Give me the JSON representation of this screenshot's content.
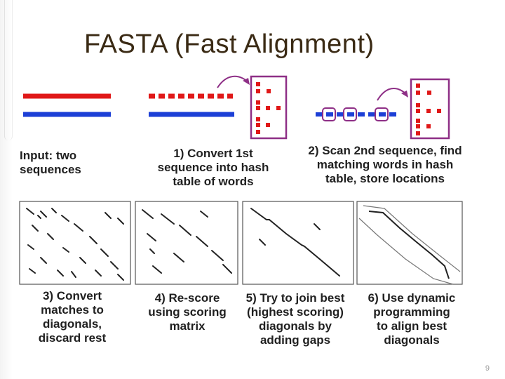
{
  "slide": {
    "title": "FASTA (Fast Alignment)",
    "page_number": "9"
  },
  "figure": {
    "steps": [
      {
        "text": "Input: two\nsequences"
      },
      {
        "text": "1) Convert 1st\nsequence into hash\ntable of words"
      },
      {
        "text": "2) Scan 2nd sequence, find\nmatching words in hash\ntable, store locations"
      },
      {
        "text": "3) Convert\nmatches to\ndiagonals,\ndiscard rest"
      },
      {
        "text": "4) Re-score\nusing scoring\nmatrix"
      },
      {
        "text": "5) Try to join best\n(highest scoring)\ndiagonals by\nadding gaps"
      },
      {
        "text": "6) Use dynamic\nprogramming\nto align best\ndiagonals"
      }
    ],
    "colors": {
      "seq1": "#e01818",
      "seq2": "#1c3fd6",
      "hash_box": "#8e2f86",
      "arrow": "#8e2f86",
      "dots": "#222222"
    }
  }
}
